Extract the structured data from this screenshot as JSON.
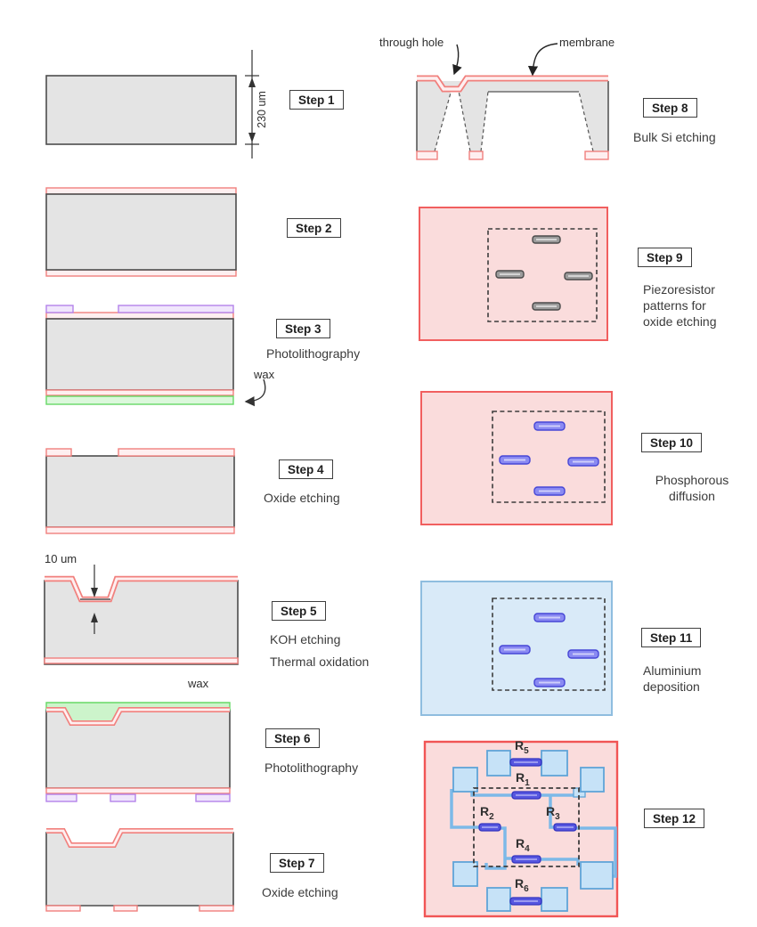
{
  "steps": [
    {
      "number": 1,
      "label": "Step 1",
      "caption_lines": []
    },
    {
      "number": 2,
      "label": "Step 2",
      "caption_lines": []
    },
    {
      "number": 3,
      "label": "Step 3",
      "caption_lines": [
        "Photolithography"
      ]
    },
    {
      "number": 4,
      "label": "Step 4",
      "caption_lines": [
        "Oxide etching"
      ]
    },
    {
      "number": 5,
      "label": "Step 5",
      "caption_lines": [
        "KOH etching",
        "Thermal oxidation"
      ]
    },
    {
      "number": 6,
      "label": "Step 6",
      "caption_lines": [
        "Photolithography"
      ]
    },
    {
      "number": 7,
      "label": "Step 7",
      "caption_lines": [
        "Oxide etching"
      ]
    },
    {
      "number": 8,
      "label": "Step 8",
      "caption_lines": [
        "Bulk Si etching"
      ]
    },
    {
      "number": 9,
      "label": "Step 9",
      "caption_lines": [
        "Piezoresistor",
        "patterns for",
        "oxide etching"
      ]
    },
    {
      "number": 10,
      "label": "Step 10",
      "caption_lines": [
        "Phosphorous",
        "diffusion"
      ]
    },
    {
      "number": 11,
      "label": "Step 11",
      "caption_lines": [
        "Aluminium",
        "deposition"
      ]
    },
    {
      "number": 12,
      "label": "Step 12",
      "caption_lines": []
    }
  ],
  "annotations": {
    "wafer_thickness": "230 um",
    "trench_depth": "10 um",
    "wax_step3": "wax",
    "wax_step6": "wax",
    "through_hole": "through hole",
    "membrane": "membrane"
  },
  "resistors": [
    {
      "base": "R",
      "sub": "5"
    },
    {
      "base": "R",
      "sub": "1"
    },
    {
      "base": "R",
      "sub": "2"
    },
    {
      "base": "R",
      "sub": "3"
    },
    {
      "base": "R",
      "sub": "4"
    },
    {
      "base": "R",
      "sub": "6"
    }
  ],
  "colors": {
    "silicon_fill": "#e4e4e4",
    "silicon_stroke": "#4d4d4d",
    "oxide_stroke": "#f1807d",
    "oxide_fill": "#feeff0",
    "photoresist_stroke": "#b383ea",
    "photoresist_fill": "#f0e6fc",
    "wax_stroke": "#66d966",
    "wax_fill": "#dcf8dc",
    "pink_bg": "#fadcdc",
    "red_border": "#f15f5f",
    "blue_bg": "#d9eaf8",
    "blue_border": "#8fbddf",
    "pad_fill": "#c6e2f7",
    "pad_stroke": "#5fa4d8",
    "wire": "#7cb9e8",
    "resistor_bar": "#5656e0",
    "diffusion_bar": "#8a8af2",
    "gray_bar": "#9c9c9c"
  }
}
